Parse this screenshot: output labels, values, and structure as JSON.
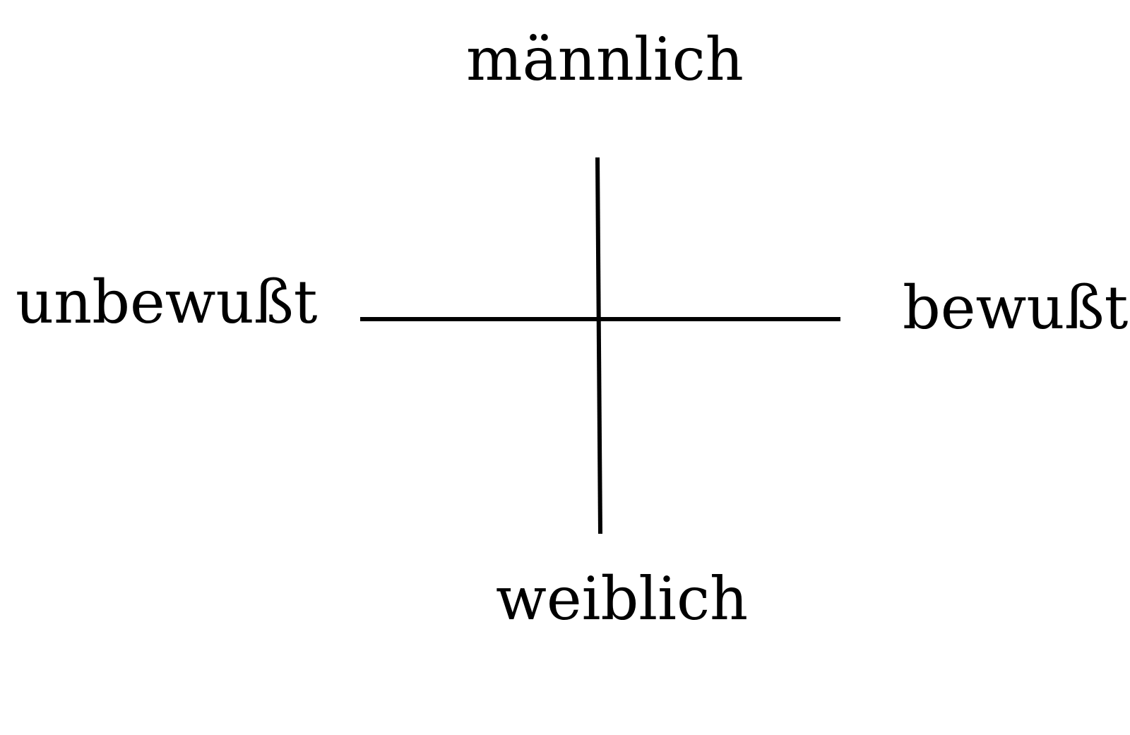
{
  "diagram": {
    "axes": {
      "top": "männlich",
      "bottom": "weiblich",
      "left": "unbewußt",
      "right": "bewußt"
    },
    "line_color": "#000000",
    "text_color": "#000000"
  }
}
